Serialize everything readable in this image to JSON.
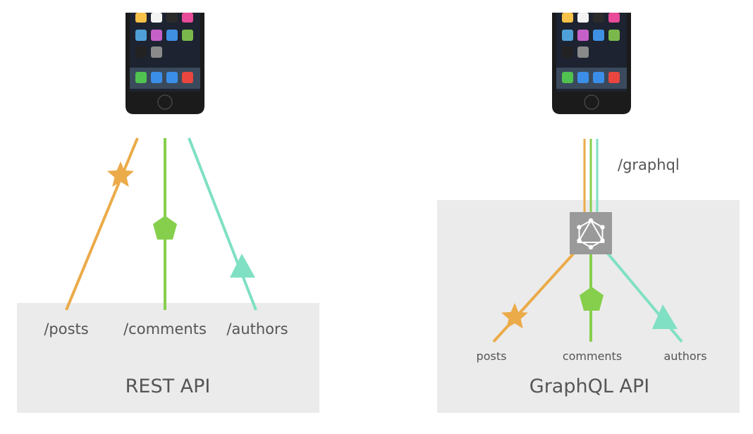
{
  "rest": {
    "endpoints": [
      "/posts",
      "/comments",
      "/authors"
    ],
    "api_label": "REST API"
  },
  "graphql": {
    "endpoint": "/graphql",
    "fields": [
      "posts",
      "comments",
      "authors"
    ],
    "api_label": "GraphQL API"
  },
  "colors": {
    "posts": "#ebab49",
    "comments": "#86cf4c",
    "authors": "#7fe0c3",
    "api_box": "#ebebeb",
    "graphql_badge": "#9a9a9a",
    "phone_body": "#1b1b1b"
  },
  "icons": {
    "posts_marker": "star",
    "comments_marker": "pentagon",
    "authors_marker": "triangle",
    "graphql_logo": "graphql-logo",
    "device": "smartphone"
  }
}
